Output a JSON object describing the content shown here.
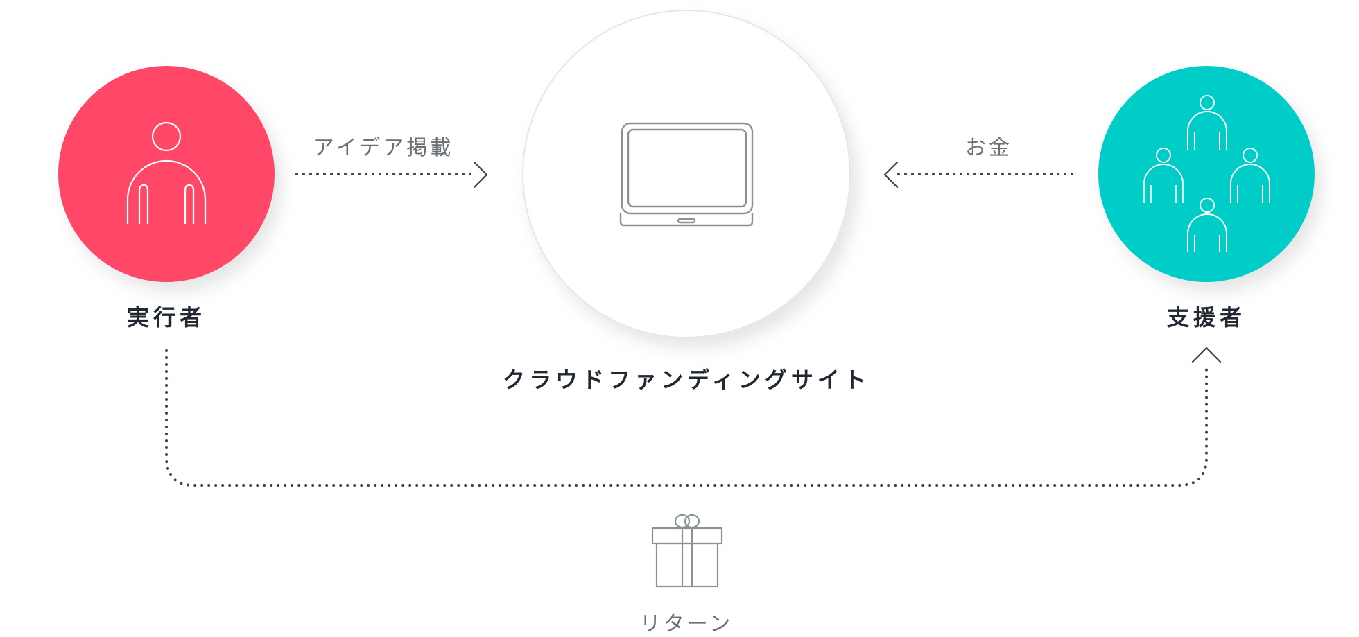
{
  "nodes": {
    "executor": {
      "label": "実行者",
      "color": "#ff4667"
    },
    "site": {
      "label": "クラウドファンディングサイト",
      "color": "#ffffff"
    },
    "supporter": {
      "label": "支援者",
      "color": "#00cdc8"
    }
  },
  "edges": {
    "idea": {
      "label": "アイデア掲載"
    },
    "money": {
      "label": "お金"
    },
    "return": {
      "label": "リターン"
    }
  },
  "icons": {
    "executor": "person-icon",
    "site": "laptop-icon",
    "supporter": "people-group-icon",
    "return": "gift-icon"
  },
  "colors": {
    "arrow": "#3a4350",
    "icon_stroke": "#8a9294",
    "text": "#222831"
  }
}
